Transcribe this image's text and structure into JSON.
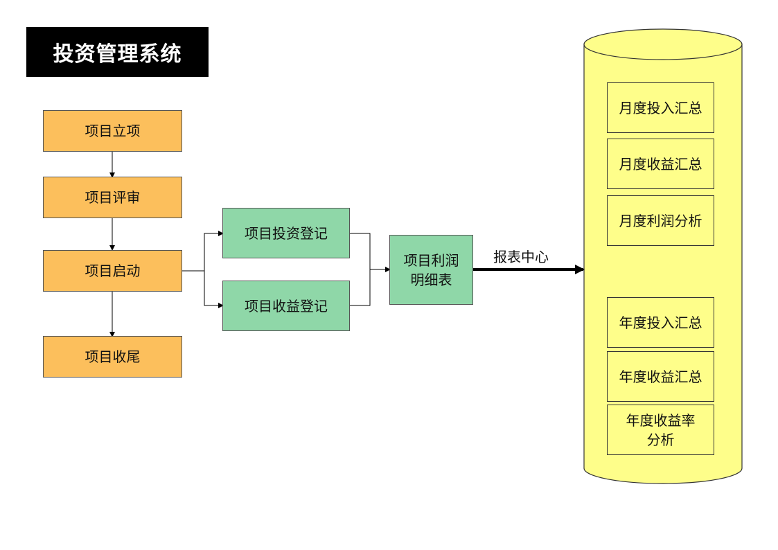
{
  "title": "投资管理系统",
  "process_steps": [
    "项目立项",
    "项目评审",
    "项目启动",
    "项目收尾"
  ],
  "registers": [
    "项目投资登记",
    "项目收益登记"
  ],
  "detail_table": "项目利润\n明细表",
  "edge_label": "报表中心",
  "report_center": {
    "monthly": [
      "月度投入汇总",
      "月度收益汇总",
      "月度利润分析"
    ],
    "yearly": [
      "年度投入汇总",
      "年度收益汇总",
      "年度收益率\n分析"
    ]
  },
  "colors": {
    "process_fill": "#fcbf5c",
    "register_fill": "#8fd7a8",
    "cylinder_fill": "#fefe8a",
    "title_bg": "#000000"
  }
}
